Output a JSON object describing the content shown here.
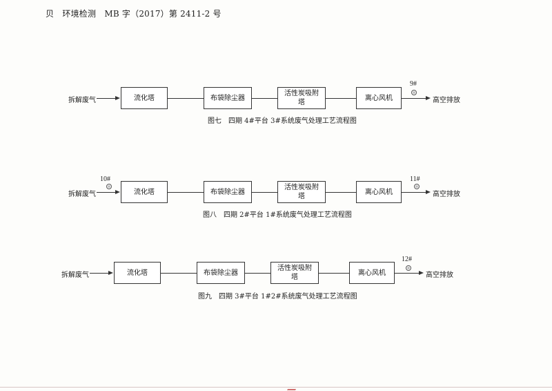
{
  "header": {
    "text": "贝　环境检测　MB 字（2017）第 2411-2 号"
  },
  "flows": [
    {
      "input": "拆解废气",
      "inlet_sample": "",
      "steps": [
        "流化塔",
        "布袋除尘器",
        "活性炭吸附塔",
        "离心风机"
      ],
      "outlet_sample": "9#",
      "output": "高空排放",
      "caption": "图七　四期 4#平台 3#系统废气处理工艺流程图"
    },
    {
      "input": "拆解废气",
      "inlet_sample": "10#",
      "steps": [
        "流化塔",
        "布袋除尘器",
        "活性炭吸附塔",
        "离心风机"
      ],
      "outlet_sample": "11#",
      "output": "高空排放",
      "caption": "图八　四期 2#平台 1#系统废气处理工艺流程图"
    },
    {
      "input": "拆解废气",
      "inlet_sample": "",
      "steps": [
        "流化塔",
        "布袋除尘器",
        "活性炭吸附塔",
        "离心风机"
      ],
      "outlet_sample": "12#",
      "output": "高空排放",
      "caption": "图九　四期 3#平台 1#2#系统废气处理工艺流程图"
    }
  ]
}
